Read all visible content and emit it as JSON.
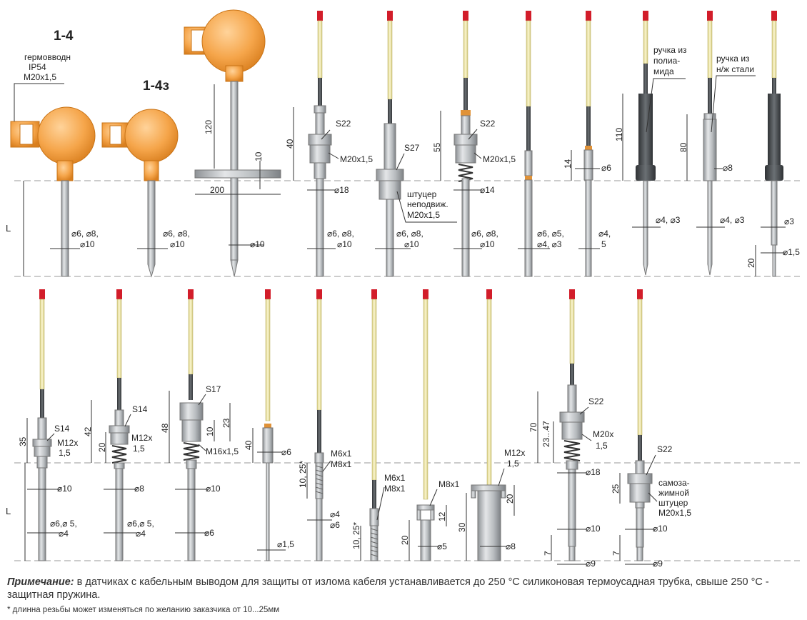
{
  "titles": {
    "t1": "1-4",
    "t2": "1-4з"
  },
  "labels": {
    "germovvod_1": "гермовводн",
    "germovvod_2": "IP54",
    "germovvod_3": "M20x1,5",
    "L": "L",
    "d6810": "⌀6, ⌀8,",
    "d10": "⌀10",
    "d6810b": "⌀6, ⌀8,",
    "d10b": "⌀10",
    "dim120": "120",
    "dim10a": "10",
    "dim200": "200",
    "dim10b": "⌀10",
    "dim40": "40",
    "S22a": "S22",
    "M20a": "M20x1,5",
    "d18a": "⌀18",
    "d6810c_1": "⌀6, ⌀8,",
    "d6810c_2": "⌀10",
    "S27": "S27",
    "shtucer_1": "штуцер",
    "shtucer_2": "неподвиж.",
    "shtucer_3": "M20x1,5",
    "d6810d_1": "⌀6, ⌀8,",
    "d6810d_2": "⌀10",
    "dim55": "55",
    "S22b": "S22",
    "M20b": "M20x1,5",
    "d14": "⌀14",
    "d6810e_1": "⌀6, ⌀8,",
    "d6810e_2": "⌀10",
    "dim14": "14",
    "d6": "⌀6",
    "d654_1": "⌀6, ⌀5,",
    "d654_2": "⌀4, ⌀3",
    "d45_1": "⌀4,",
    "d45_2": "5",
    "handle1_1": "ручка из",
    "handle1_2": "полиа-",
    "handle1_3": "мида",
    "dim110": "110",
    "d43a": "⌀4, ⌀3",
    "handle2_1": "ручка из",
    "handle2_2": "н/ж стали",
    "dim80": "80",
    "d8a": "⌀8",
    "d43b": "⌀4, ⌀3",
    "d3": "⌀3",
    "d15a": "⌀1,5",
    "dim20a": "20",
    "dim35": "35",
    "S14a": "S14",
    "M12a_1": "M12x",
    "M12a_2": "1,5",
    "d10c": "⌀10",
    "d654b_1": "⌀6,⌀ 5,",
    "d654b_2": "⌀4",
    "dim42": "42",
    "dim20b": "20",
    "S14b": "S14",
    "M12b_1": "M12x",
    "M12b_2": "1,5",
    "d8b": "⌀8",
    "d654c_1": "⌀6,⌀ 5,",
    "d654c_2": "⌀4",
    "dim48": "48",
    "S17": "S17",
    "dim23": "23",
    "dim10c": "10",
    "M16": "M16x1,5",
    "d10d": "⌀10",
    "d6b": "⌀6",
    "dim40b": "40",
    "d6c": "⌀6",
    "d15b": "⌀1,5",
    "M6a_1": "M6x1",
    "M6a_2": "M8x1",
    "dim1025a": "10, 25*",
    "d4": "⌀4",
    "d6d": "⌀6",
    "M6b_1": "M6x1",
    "M6b_2": "M8x1",
    "dim1025b": "10, 25*",
    "M8": "M8x1",
    "dim12": "12",
    "dim20c": "20",
    "d5": "⌀5",
    "M12c_1": "M12x",
    "M12c_2": "1,5",
    "dim20d": "20",
    "dim30": "30",
    "d8c": "⌀8",
    "dim70": "70",
    "S22c": "S22",
    "dim2347": "23...47",
    "M20c_1": "M20x",
    "M20c_2": "1,5",
    "d18b": "⌀18",
    "d10e": "⌀10",
    "dim7a": "7",
    "d9a": "⌀9",
    "S22d": "S22",
    "dim25": "25",
    "samoz_1": "самоза-",
    "samoz_2": "жимной",
    "samoz_3": "штуцер",
    "samoz_4": "M20x1,5",
    "d10f": "⌀10",
    "dim7b": "7",
    "d9b": "⌀9",
    "L2": "L"
  },
  "note": {
    "label": "Примечание:",
    "text": " в датчиках с кабельным выводом для защиты от излома кабеля устанавливается до 250 °С силиконовая термоусадная трубка, свыше 250 °С - защитная пружина.",
    "footnote": "* длинна резьбы может изменяться по желанию заказчика от 10...25мм"
  },
  "colors": {
    "orange": "#f5a54a",
    "orange_dark": "#d97f1f",
    "metal": "#c8cbce",
    "metal_dark": "#8e9296",
    "cable_yellow": "#f6f0b8",
    "cable_red": "#d21d2a",
    "dark_grey": "#555a5e"
  }
}
